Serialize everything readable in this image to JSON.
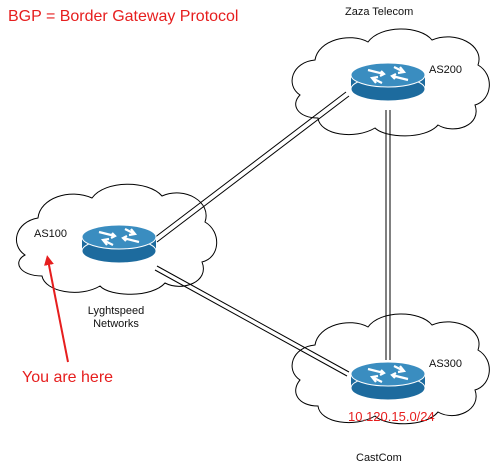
{
  "header": {
    "title": "BGP = Border Gateway Protocol"
  },
  "networks": [
    {
      "id": "as200",
      "as_label": "AS200",
      "name": "Zaza Telecom"
    },
    {
      "id": "as100",
      "as_label": "AS100",
      "name_line1": "Lyghtspeed",
      "name_line2": "Networks"
    },
    {
      "id": "as300",
      "as_label": "AS300",
      "name": "CastCom",
      "prefix": "10.120.15.0/24"
    }
  ],
  "annotation": {
    "text": "You are here"
  },
  "colors": {
    "accent_red": "#e61e1e",
    "router_fill": "#1d6b9e",
    "router_top": "#3a8dc0",
    "cloud_stroke": "#000000",
    "link_stroke": "#000000"
  },
  "icons": [
    "router-icon",
    "cloud-icon",
    "arrow-icon"
  ]
}
